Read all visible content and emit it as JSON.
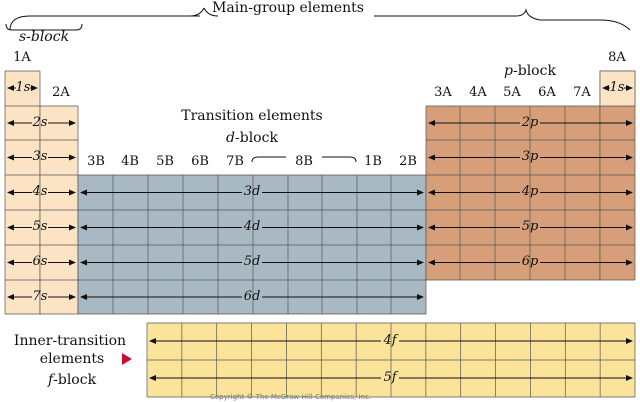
{
  "header": {
    "main_group": "Main-group elements",
    "s_block": "s-block",
    "p_block_prefix": "p",
    "p_block_suffix": "-block",
    "transition": "Transition elements",
    "d_block_prefix": "d",
    "d_block_suffix": "-block"
  },
  "groups": {
    "g1A": "1A",
    "g2A": "2A",
    "g3B": "3B",
    "g4B": "4B",
    "g5B": "5B",
    "g6B": "6B",
    "g7B": "7B",
    "g8B": "8B",
    "g1B": "1B",
    "g2B": "2B",
    "g3A": "3A",
    "g4A": "4A",
    "g5A": "5A",
    "g6A": "6A",
    "g7A": "7A",
    "g8A": "8A"
  },
  "orbitals": {
    "s1": "1s",
    "s2": "2s",
    "s3": "3s",
    "s4": "4s",
    "s5": "5s",
    "s6": "6s",
    "s7": "7s",
    "s1_right": "1s",
    "d3": "3d",
    "d4": "4d",
    "d5": "5d",
    "d6": "6d",
    "p2": "2p",
    "p3": "3p",
    "p4": "4p",
    "p5": "5p",
    "p6": "6p",
    "f4": "4f",
    "f5": "5f"
  },
  "inner": {
    "line1": "Inner-transition",
    "line2": "elements",
    "line3_prefix": "f",
    "line3_suffix": "-block"
  },
  "credit": "Copyright © The McGraw-Hill Companies, Inc.",
  "colors": {
    "s_block": "#fbe3c4",
    "d_block": "#a9b9c3",
    "p_block": "#d69f7a",
    "f_block": "#fbe39a",
    "grid": "#555555",
    "pointer": "#c8102e"
  }
}
